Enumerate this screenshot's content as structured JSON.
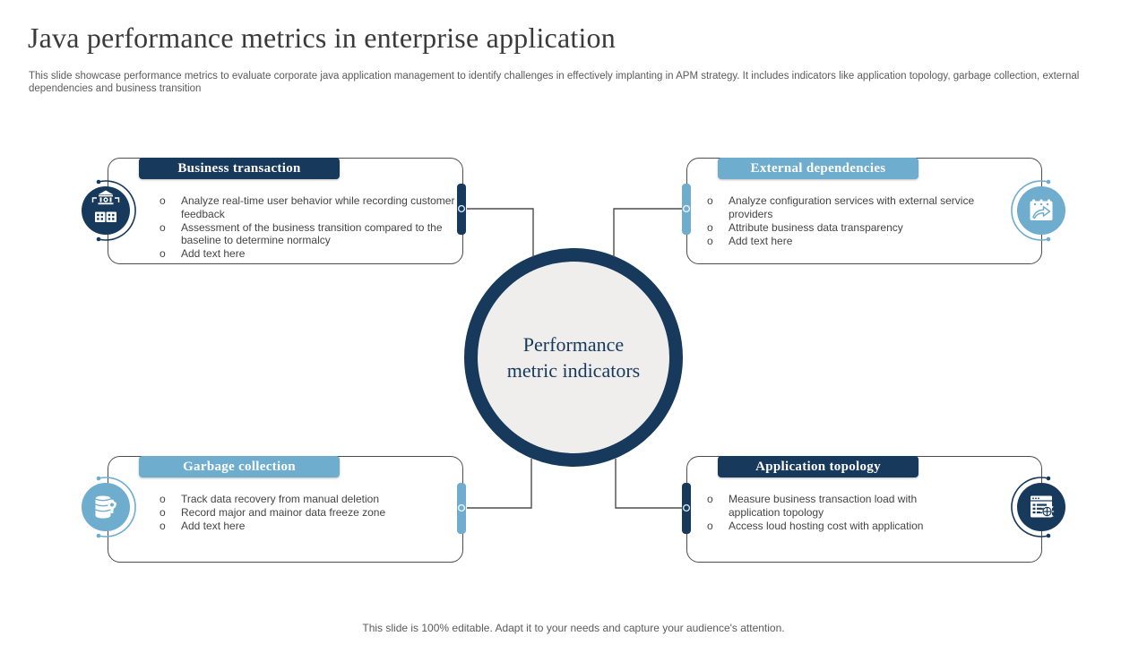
{
  "slide": {
    "title": "Java performance metrics in enterprise application",
    "subtitle": "This slide showcase performance metrics to evaluate corporate java application management to identify challenges in effectively implanting in APM strategy. It includes indicators like application topology, garbage collection, external dependencies and business transition",
    "footer": "This slide is 100% editable. Adapt it to your needs and capture your audience's attention."
  },
  "center": {
    "label": "Performance metric indicators"
  },
  "bullet_marker": "o",
  "cards": [
    {
      "id": "business-transaction",
      "title": "Business transaction",
      "accent": "navy",
      "icon": "bank-network-icon",
      "bullets": [
        "Analyze real-time user behavior while recording customer feedback",
        "Assessment of the business transition compared to the baseline to determine normalcy",
        "Add text here"
      ]
    },
    {
      "id": "external-dependencies",
      "title": "External dependencies",
      "accent": "blue",
      "icon": "calendar-share-icon",
      "bullets": [
        "Analyze configuration services with external service providers",
        "Attribute business data transparency",
        "Add text here"
      ]
    },
    {
      "id": "garbage-collection",
      "title": "Garbage collection",
      "accent": "blue",
      "icon": "database-gear-icon",
      "bullets": [
        "Track data recovery from manual deletion",
        "Record major and mainor data freeze zone",
        "Add text here"
      ]
    },
    {
      "id": "application-topology",
      "title": "Application topology",
      "accent": "navy",
      "icon": "window-bug-icon",
      "bullets": [
        "Measure business transaction load with application topology",
        "Access loud hosting cost with application"
      ]
    }
  ],
  "colors": {
    "navy": "#17395c",
    "blue": "#6fadcf",
    "center_fill": "#efeeec",
    "line": "#4d4d4d",
    "title_text": "#3a3a3a",
    "body_text": "#444444"
  }
}
